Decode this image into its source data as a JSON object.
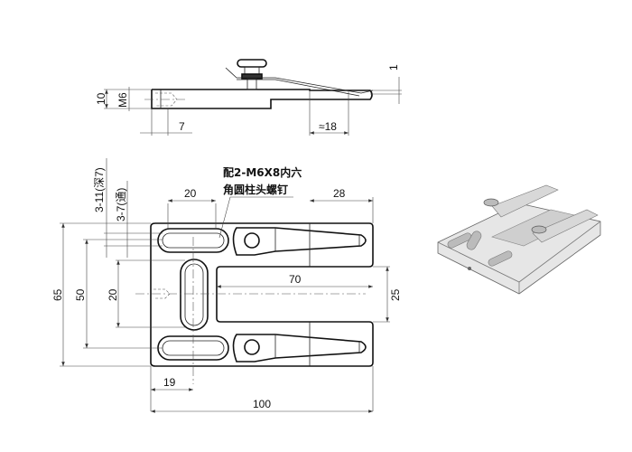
{
  "side_view": {
    "dim_height": "10",
    "dim_thread": "M6",
    "dim_offset": "7",
    "dim_spring": "≈18",
    "dim_gap": "1"
  },
  "plan_view": {
    "note_line1": "配2-M6X8内六",
    "note_line2": "角圆柱头螺钉",
    "dim_slot_width": "20",
    "dim_arm_length": "28",
    "dim_depth": "70",
    "dim_opening": "25",
    "dim_center_slot": "20",
    "dim_pitch": "50",
    "dim_height": "65",
    "dim_hole_a": "3-11(深7)",
    "dim_hole_b": "3-7(通)",
    "dim_edge": "19",
    "dim_width": "100"
  }
}
